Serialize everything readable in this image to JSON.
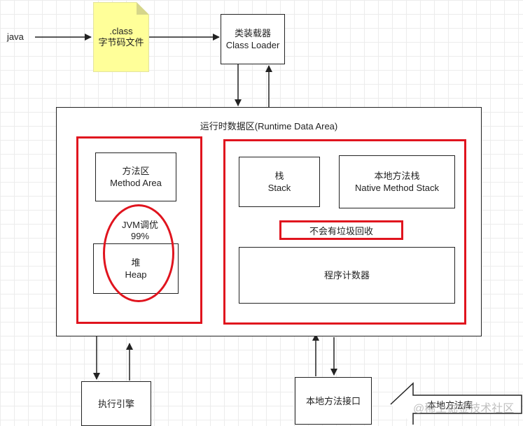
{
  "java_label": "java",
  "class_file": {
    "line1": ".class",
    "line2": "字节码文件"
  },
  "class_loader": {
    "line1": "类装载器",
    "line2": "Class Loader"
  },
  "runtime_area": {
    "title": "运行时数据区(Runtime Data Area)"
  },
  "method_area": {
    "line1": "方法区",
    "line2": "Method Area"
  },
  "jvm_tuning": {
    "line1": "JVM调优",
    "line2": "99%"
  },
  "heap": {
    "line1": "堆",
    "line2": "Heap"
  },
  "stack": {
    "line1": "栈",
    "line2": "Stack"
  },
  "native_stack": {
    "line1": "本地方法栈",
    "line2": "Native Method Stack"
  },
  "no_gc_label": "不会有垃圾回收",
  "program_counter": "程序计数器",
  "execution_engine": "执行引擎",
  "native_interface": "本地方法接口",
  "native_library": "本地方法库",
  "watermark": "@稀土掘金技术社区",
  "colors": {
    "highlight_red": "#e0141e",
    "note_yellow": "#ffff99",
    "stroke": "#222222"
  }
}
